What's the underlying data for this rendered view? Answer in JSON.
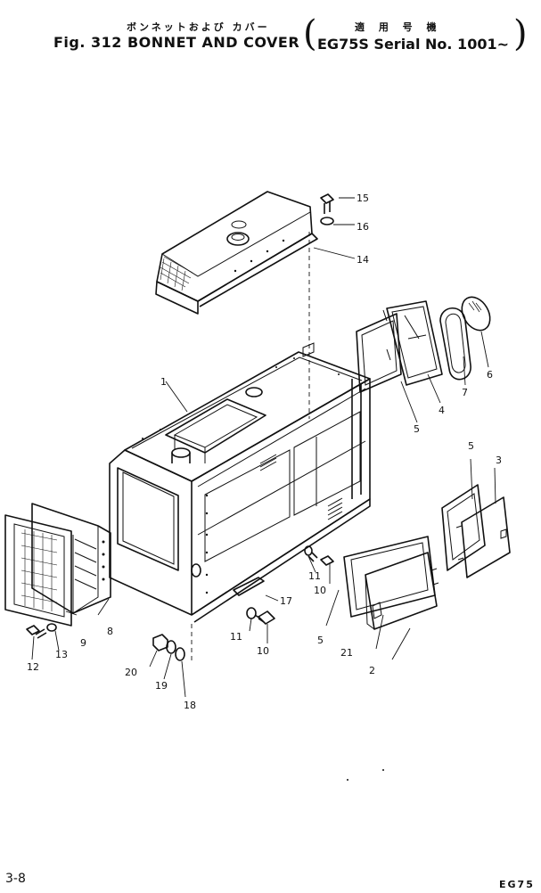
{
  "header": {
    "jp_title": "ボンネットおよび カバー",
    "fig_title": "Fig. 312  BONNET AND COVER",
    "jp_serial": "適 用 号 機",
    "serial_text": "EG75S Serial No. 1001~",
    "paren_open": "(",
    "paren_close": ")"
  },
  "footer": {
    "page_number": "3-8",
    "model_code": "EG75"
  },
  "callouts": [
    "1",
    "2",
    "3",
    "4",
    "5",
    "6",
    "7",
    "8",
    "9",
    "10",
    "11",
    "12",
    "13",
    "14",
    "15",
    "16",
    "17",
    "18",
    "19",
    "20",
    "21"
  ],
  "parts": {
    "c1": "1",
    "c2": "2",
    "c3": "3",
    "c4": "4",
    "c5a": "5",
    "c5b": "5",
    "c5c": "5",
    "c6": "6",
    "c7": "7",
    "c8": "8",
    "c9": "9",
    "c10a": "10",
    "c10b": "10",
    "c11a": "11",
    "c11b": "11",
    "c12": "12",
    "c13": "13",
    "c14": "14",
    "c15": "15",
    "c16": "16",
    "c17": "17",
    "c18": "18",
    "c19": "19",
    "c20": "20",
    "c21": "21"
  }
}
